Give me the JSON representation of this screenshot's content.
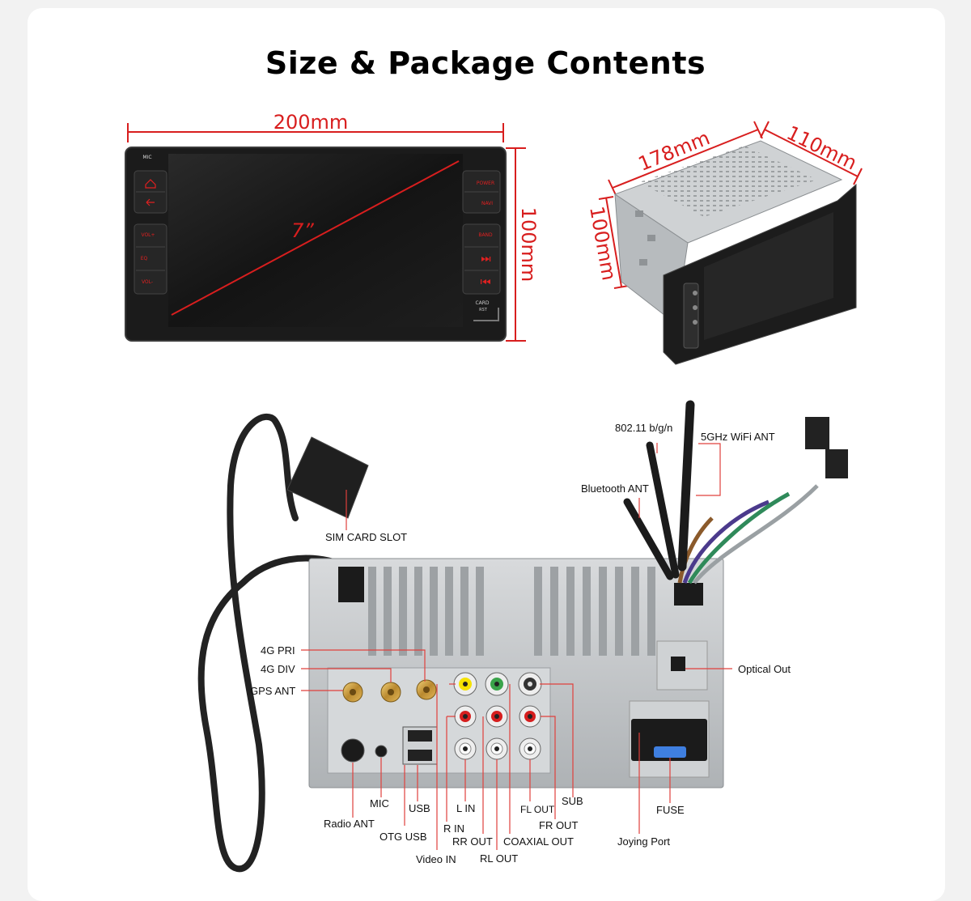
{
  "title": "Size & Package Contents",
  "front_view": {
    "width_label": "200mm",
    "height_label": "100mm",
    "diagonal_label": "7”",
    "mic_label": "MIC",
    "left_buttons": [
      "home-icon",
      "back-icon"
    ],
    "left_buttons_2": [
      "VOL+",
      "EQ",
      "VOL-"
    ],
    "right_buttons": [
      "POWER",
      "NAVI"
    ],
    "right_buttons_2": [
      "BAND",
      "next-icon",
      "prev-icon"
    ],
    "card_label": "CARD",
    "rst_label": "RST"
  },
  "side_view": {
    "depth_label": "178mm",
    "width_label": "110mm",
    "height_label": "100mm"
  },
  "rear_panel": {
    "labels": {
      "wifi_24": "802.11 b/g/n",
      "wifi_5": "5GHz WiFi ANT",
      "bluetooth": "Bluetooth ANT",
      "sim": "SIM CARD SLOT",
      "pri_4g": "4G PRI",
      "div_4g": "4G DIV",
      "gps": "GPS ANT",
      "optical": "Optical Out",
      "mic": "MIC",
      "radio": "Radio ANT",
      "usb": "USB",
      "otg": "OTG USB",
      "video_in": "Video IN",
      "r_in": "R IN",
      "l_in": "L IN",
      "rr_out": "RR OUT",
      "rl_out": "RL OUT",
      "coaxial": "COAXIAL OUT",
      "fl_out": "FL OUT",
      "fr_out": "FR OUT",
      "sub": "SUB",
      "fuse": "FUSE",
      "joying": "Joying Port"
    }
  },
  "colors": {
    "accent": "#d81e1e",
    "leader_line": "#e0403c",
    "label_text": "#111111"
  }
}
